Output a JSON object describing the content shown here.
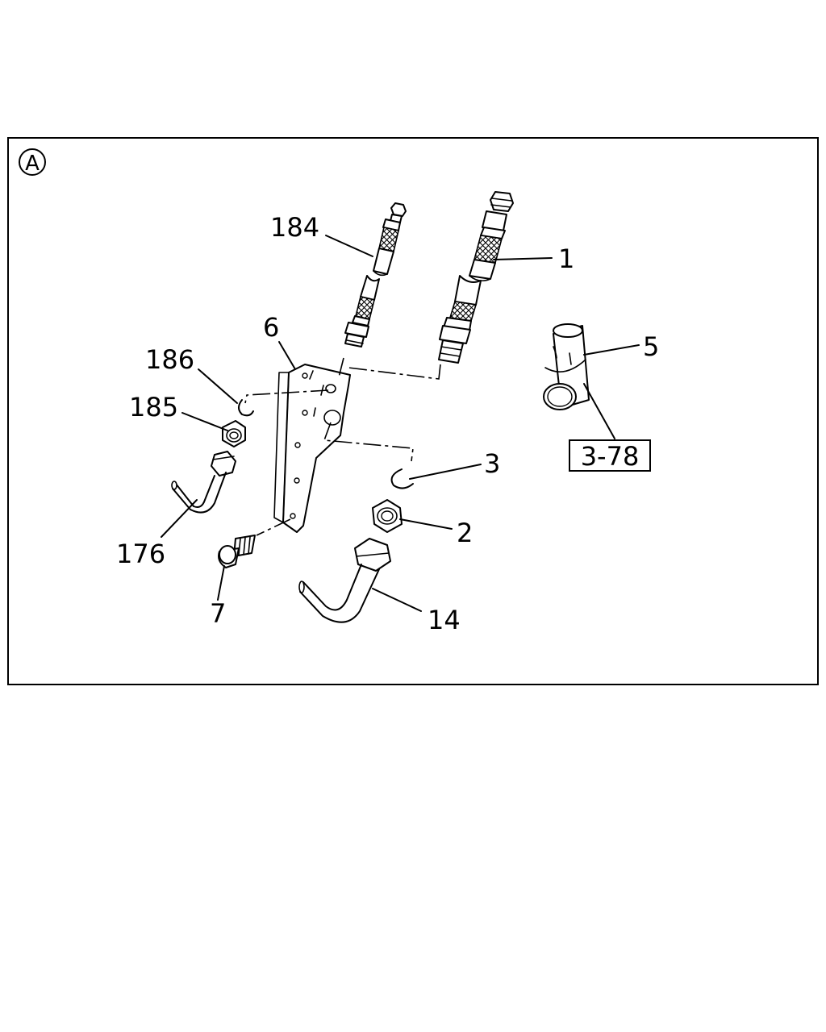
{
  "view_marker": "A",
  "callouts": {
    "c1": "1",
    "c2": "2",
    "c3": "3",
    "c5": "5",
    "c6": "6",
    "c7": "7",
    "c14": "14",
    "c176": "176",
    "c184": "184",
    "c185": "185",
    "c186": "186"
  },
  "reference_box": "3-78"
}
